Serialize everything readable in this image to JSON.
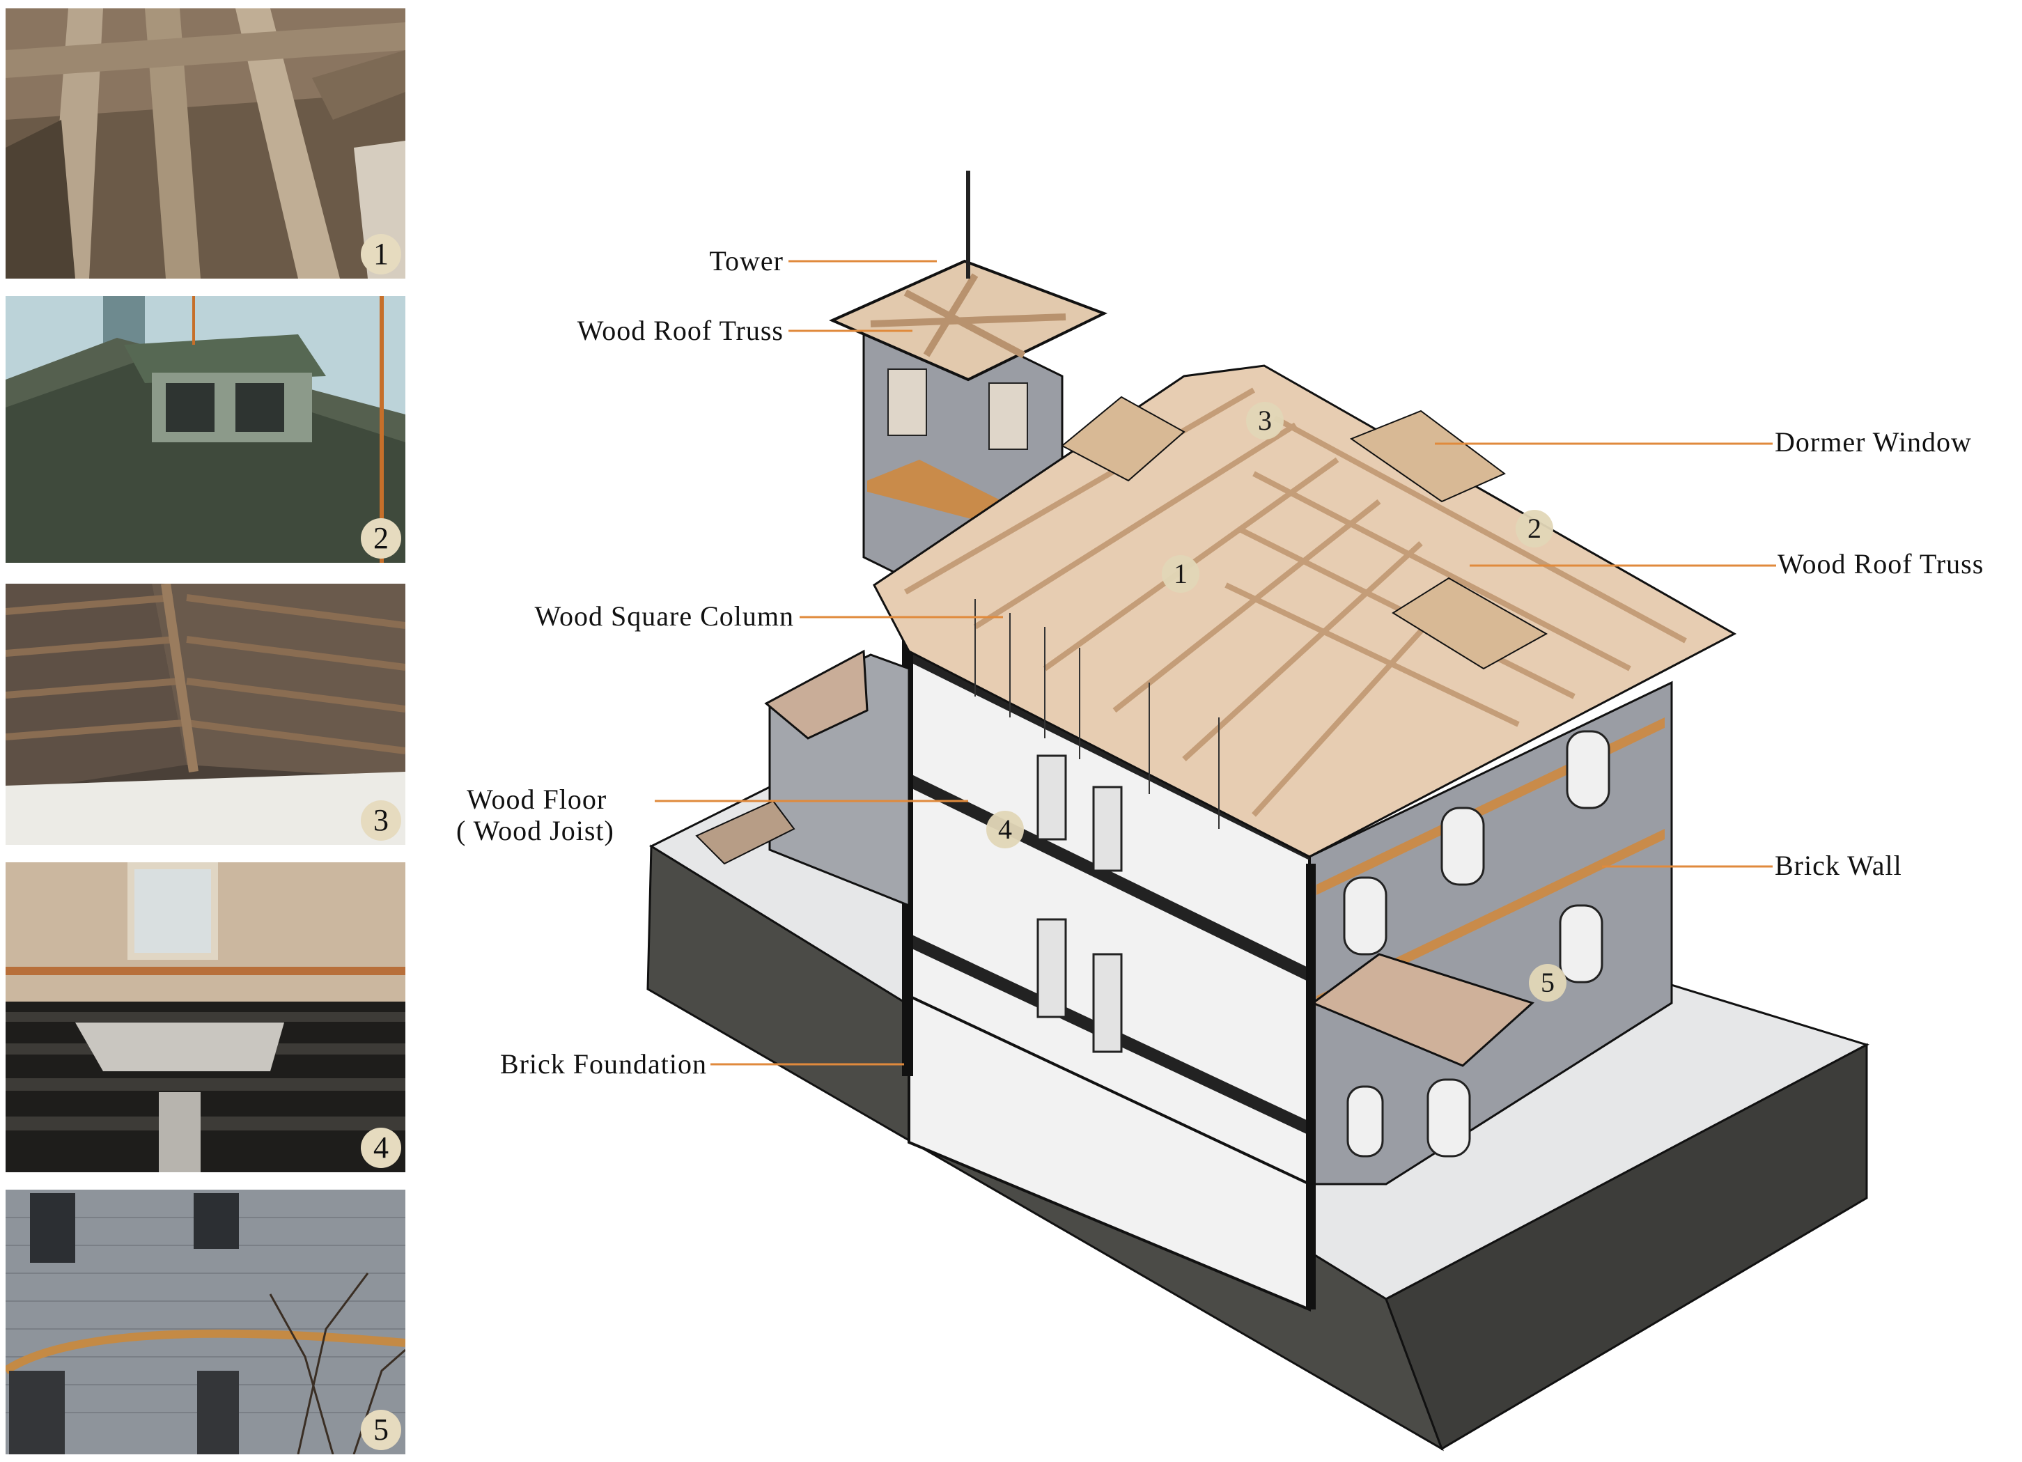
{
  "photos": [
    {
      "number": "1"
    },
    {
      "number": "2"
    },
    {
      "number": "3"
    },
    {
      "number": "4"
    },
    {
      "number": "5"
    }
  ],
  "callouts": {
    "tower": "Tower",
    "wood_roof_truss_left": "Wood Roof Truss",
    "wood_square_column": "Wood Square Column",
    "wood_floor_line1": "Wood Floor",
    "wood_floor_line2": "( Wood Joist)",
    "brick_foundation": "Brick Foundation",
    "dormer_window": "Dormer Window",
    "wood_roof_truss_right": "Wood Roof Truss",
    "brick_wall": "Brick Wall"
  },
  "markers": {
    "m1": "1",
    "m2": "2",
    "m3": "3",
    "m4": "4",
    "m5": "5"
  },
  "colors": {
    "leader": "#e08a3c",
    "truss": "#d9b08c",
    "brick": "#9a9da4",
    "ground": "#4a4a46",
    "section_white": "#f2f2f2"
  }
}
